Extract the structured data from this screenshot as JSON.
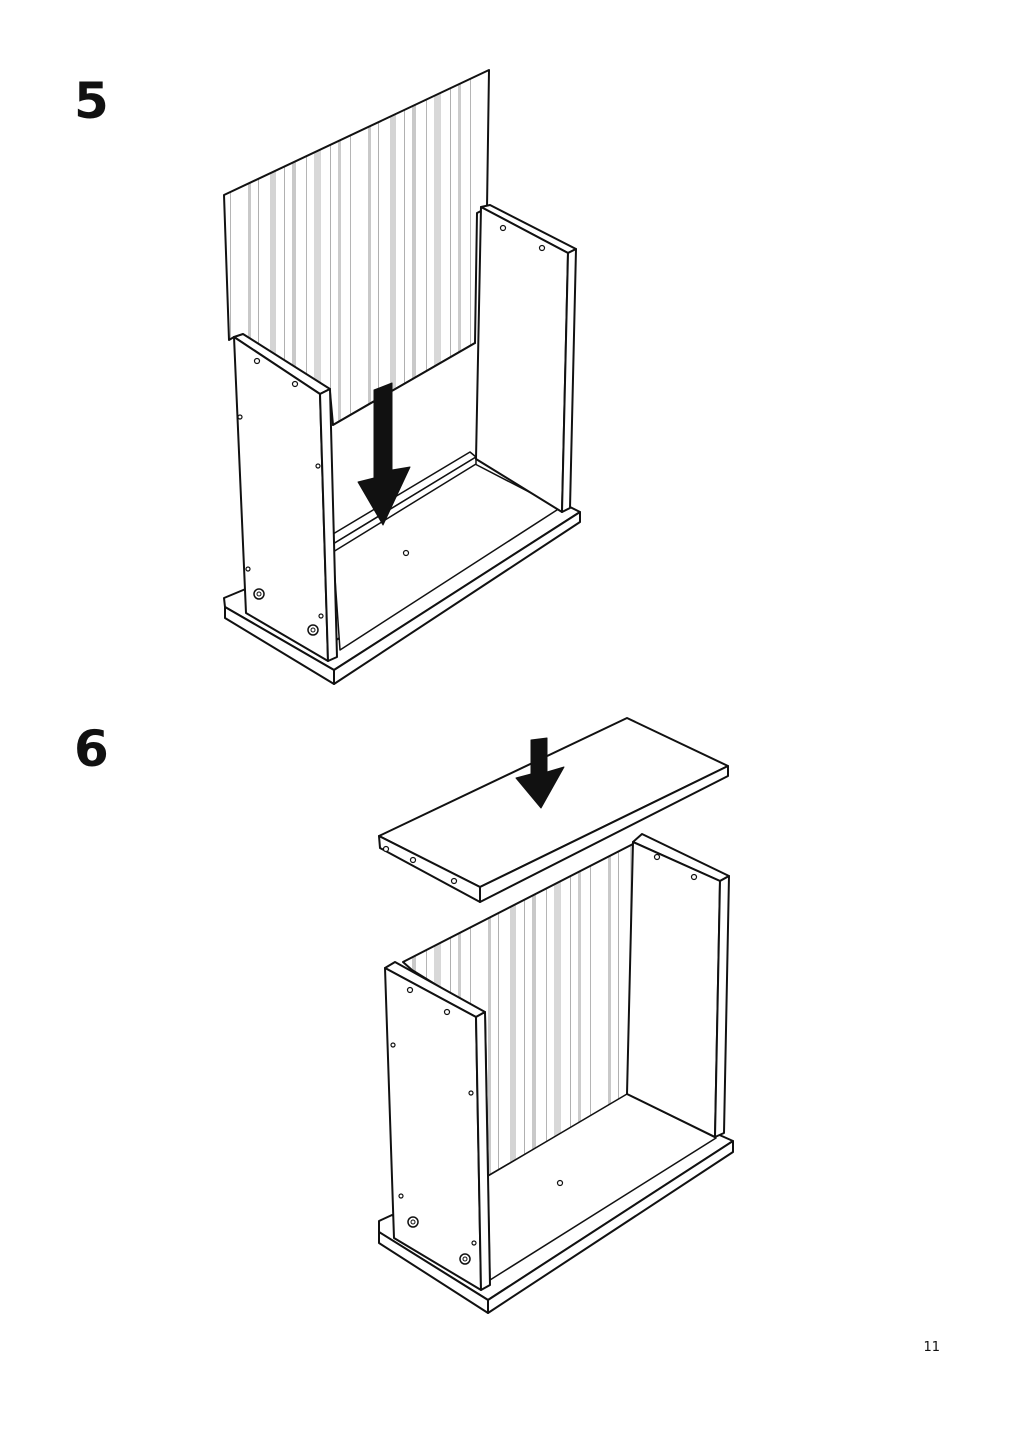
{
  "steps": [
    {
      "number": "5"
    },
    {
      "number": "6"
    }
  ],
  "page": {
    "number": "11"
  }
}
